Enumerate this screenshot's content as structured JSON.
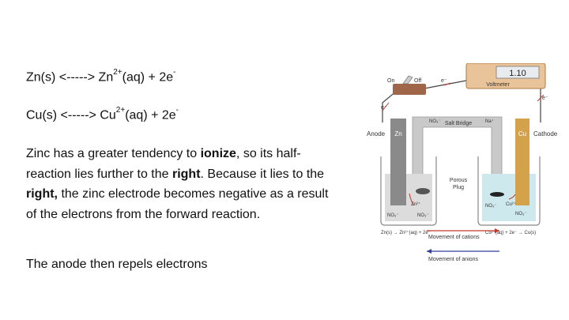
{
  "equations": {
    "eq1": {
      "left": "Zn(s) <-----> Zn",
      "charge": "2+",
      "right": "(aq) + 2e",
      "sign": "-"
    },
    "eq2": {
      "left": "Cu(s) <-----> Cu",
      "charge": "2+",
      "right": "(aq) + 2e",
      "sign": "-"
    }
  },
  "paragraph": {
    "p1": "Zinc has a greater tendency to ",
    "ionize": "ionize",
    "p2": ", so its half-reaction lies further to the ",
    "right1": "right",
    "p3": ". Because it lies to the ",
    "right2": "right,",
    "p4": " the zinc electrode becomes negative as a result of the electrons from the forward reaction."
  },
  "final_line": "The anode then repels electrons",
  "diagram": {
    "switch_on": "On",
    "switch_off": "Off",
    "voltmeter_reading": "1.10",
    "voltmeter_label": "Voltmeter",
    "electron_label": "e⁻",
    "anode_label": "Anode",
    "cathode_label": "Cathode",
    "zn_label": "Zn",
    "cu_label": "Cu",
    "salt_bridge_label": "Salt Bridge",
    "no3_label": "NO₃⁻",
    "na_label": "Na⁺",
    "porous_plug_label_1": "Porous",
    "porous_plug_label_2": "Plug",
    "zn_ion_label": "Zn²⁺",
    "cu_ion_label": "Cu²⁺",
    "anode_reaction": "Zn(s) → Zn²⁺(aq) + 2e⁻",
    "cathode_reaction": "Cu²⁺(aq) + 2e⁻ → Cu(s)",
    "cations_label": "Movement of cations",
    "anions_label": "Movement of anions",
    "colors": {
      "zinc": "#8a8a8a",
      "copper": "#d4a24a",
      "solution_left": "#dcdcdc",
      "solution_right": "#cde9ee",
      "cation_arrow": "#c0392b",
      "anion_arrow": "#2c3e9e"
    }
  }
}
